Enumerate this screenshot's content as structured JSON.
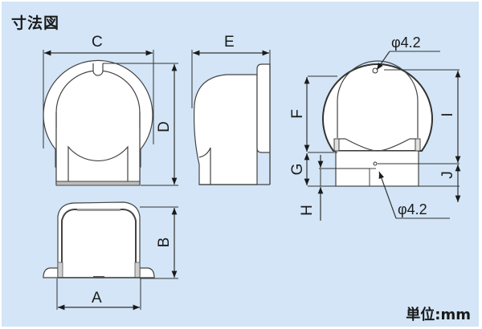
{
  "title": "寸法図",
  "unit_label": "単位:mm",
  "colors": {
    "background": "#d3e5f6",
    "part_fill": "#ffffff",
    "line": "#333333"
  },
  "views": {
    "front": {
      "width_label": "C",
      "height_label": "D"
    },
    "side": {
      "width_label": "E"
    },
    "bottom": {
      "width_label": "A",
      "height_label": "B"
    },
    "rear": {
      "upper_label": "F",
      "mid_label": "G",
      "lower_label": "H",
      "overall_label": "I",
      "hole_offset_label": "J",
      "top_hole_label": "φ4.2",
      "bottom_hole_label": "φ4.2"
    }
  }
}
